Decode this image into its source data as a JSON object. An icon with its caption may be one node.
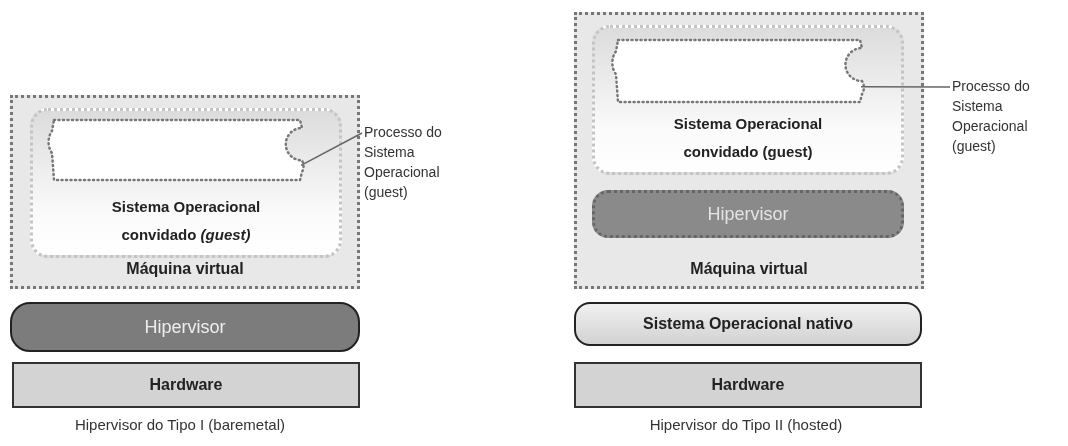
{
  "diagram": {
    "nodes": [
      {
        "text": [
          "Máquina virtual"
        ]
      },
      {
        "text": [
          "Sistema Operacional convidado *(guest)*"
        ],
        "in": 0
      },
      {
        "text": [],
        "shape": "box",
        "in": 1
      },
      {
        "text": [
          "Processo do Sistema Operacional (guest)"
        ]
      },
      {
        "text": [
          "Hipervisor"
        ]
      },
      {
        "text": [
          "Hardware"
        ]
      },
      {
        "text": [
          "Máquina virtual"
        ]
      },
      {
        "text": [
          "Sistema Operacional convidado (guest)"
        ],
        "in": 6
      },
      {
        "text": [],
        "shape": "box",
        "in": 7
      },
      {
        "text": [
          "Processo do Sistema Operacional (guest)"
        ]
      },
      {
        "text": [
          "Hipervisor"
        ],
        "in": 6
      },
      {
        "text": [
          "Sistema Operacional nativo"
        ]
      },
      {
        "text": [
          "Hardware"
        ]
      }
    ],
    "edges": [
      {
        "from": 3,
        "to": 2,
        "arrow": "none"
      },
      {
        "from": 9,
        "to": 8,
        "arrow": "none"
      }
    ],
    "labels": [
      "Hipervisor do Tipo I (baremetal)",
      "Hipervisor do Tipo II (hosted)"
    ]
  }
}
